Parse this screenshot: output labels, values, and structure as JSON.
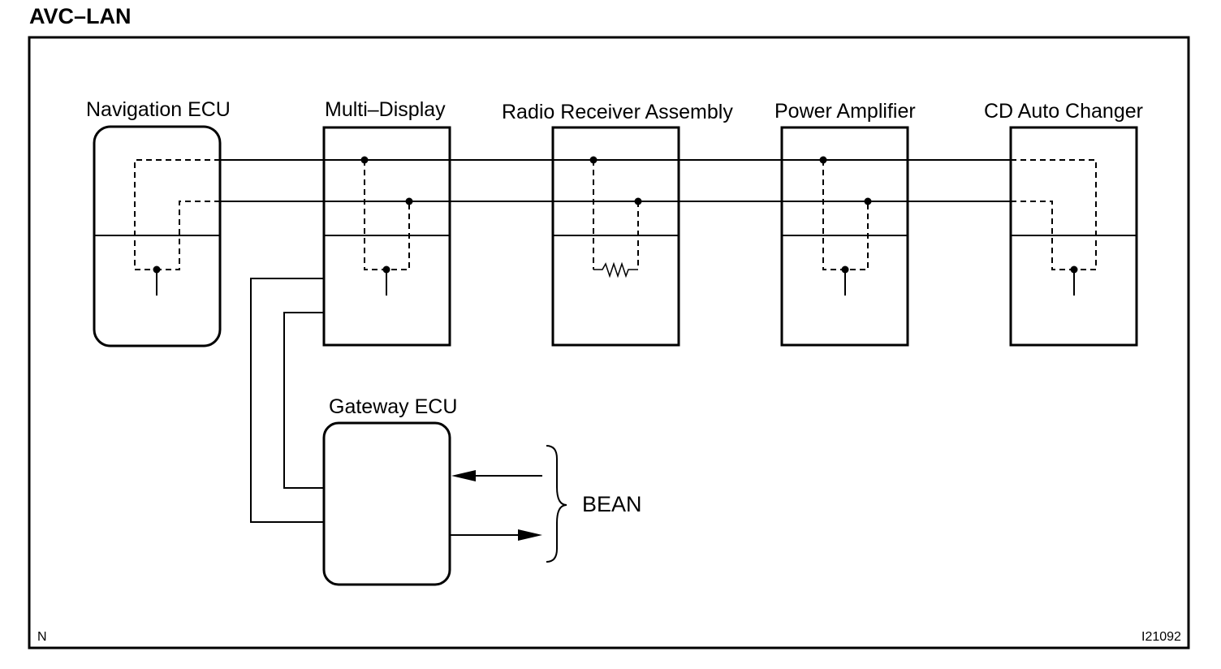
{
  "title": "AVC–LAN",
  "components": {
    "navigation_ecu": "Navigation ECU",
    "multi_display": "Multi–Display",
    "radio_receiver": "Radio Receiver Assembly",
    "power_amplifier": "Power Amplifier",
    "cd_auto_changer": "CD Auto Changer",
    "gateway_ecu": "Gateway ECU"
  },
  "bus_label": "BEAN",
  "corner_left": "N",
  "figure_code": "I21092"
}
